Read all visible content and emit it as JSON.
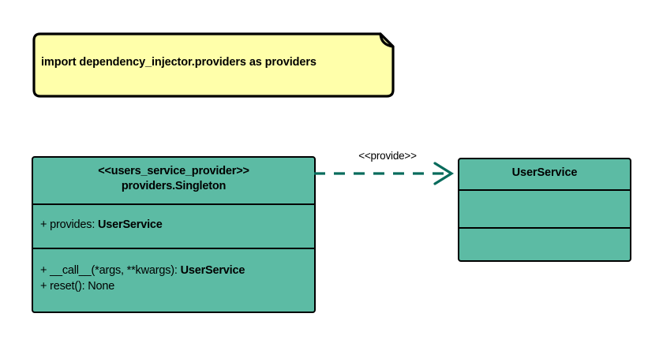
{
  "diagram": {
    "type": "uml-class-diagram",
    "background_color": "#ffffff"
  },
  "note": {
    "text": "import dependency_injector.providers as providers",
    "fill_color": "#ffffaa",
    "fold_color": "#e8e8a0",
    "border_color": "#000000"
  },
  "classes": [
    {
      "id": "users_service_provider",
      "stereotype": "<<users_service_provider>>",
      "name": "providers.Singleton",
      "fill_color": "#5cbba4",
      "border_color": "#000000",
      "attributes": [
        {
          "visibility": "+",
          "text": "provides: ",
          "type": "UserService"
        }
      ],
      "methods": [
        {
          "visibility": "+",
          "text": "__call__(*args, **kwargs): ",
          "type": "UserService"
        },
        {
          "visibility": "+",
          "text": "reset(): None",
          "type": ""
        }
      ]
    },
    {
      "id": "user_service",
      "stereotype": "",
      "name": "UserService",
      "fill_color": "#5cbba4",
      "border_color": "#000000",
      "attributes": [],
      "methods": []
    }
  ],
  "relationship": {
    "label": "<<provide>>",
    "style": "dashed",
    "arrowhead": "open",
    "color": "#086b5c",
    "source": "users_service_provider",
    "target": "user_service"
  }
}
